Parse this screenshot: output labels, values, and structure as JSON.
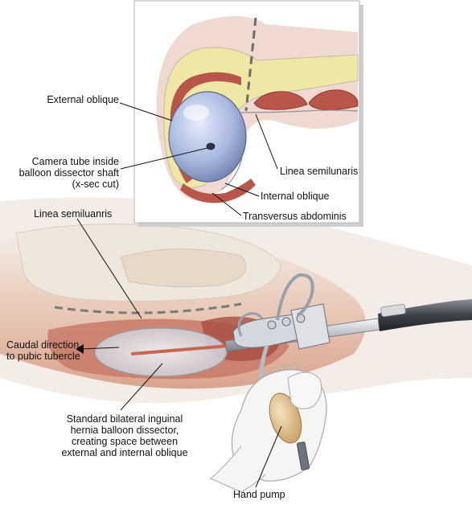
{
  "labels": {
    "external_oblique": "External oblique",
    "camera_tube": [
      "Camera tube inside",
      "balloon dissector shaft",
      "(x-sec cut)"
    ],
    "linea_semilunaris": "Linea semilunaris",
    "internal_oblique": "Internal oblique",
    "transversus_abdominis": "Transversus abdominis",
    "linea_semiluanris": "Linea semiluanris",
    "caudal_direction": [
      "Caudal direction",
      "to pubic tubercle"
    ],
    "balloon_dissector": [
      "Standard bilateral inguinal",
      "hernia balloon dissector,",
      "creating space between",
      "external and internal oblique"
    ],
    "hand_pump": "Hand pump"
  },
  "colors": {
    "skin": "#e7c7b4",
    "fat": "#efe7a6",
    "muscle": "#b9564a",
    "balloon": "#a9b8df",
    "instrument": "#c9ccd2",
    "glove": "#f2f2f2",
    "bulb": "#e3c79a"
  }
}
